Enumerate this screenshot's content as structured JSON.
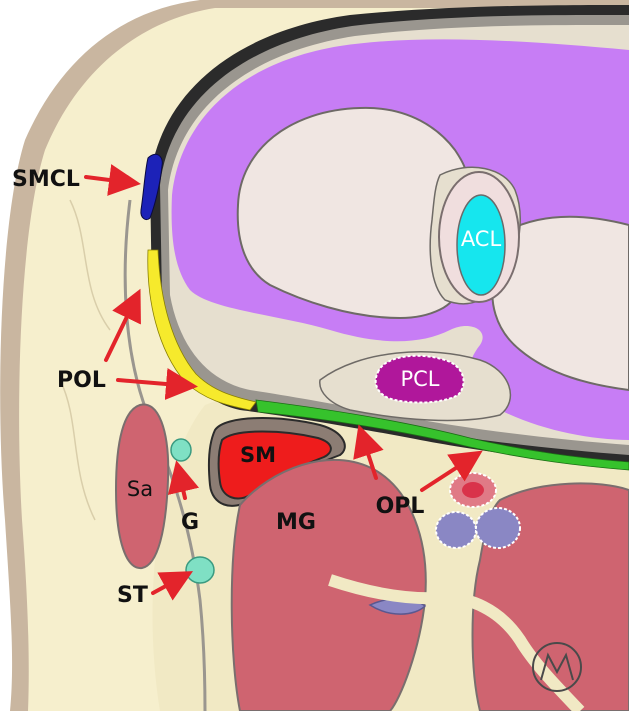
{
  "labels": {
    "smcl": "SMCL",
    "pol": "POL",
    "acl": "ACL",
    "pcl": "PCL",
    "sm": "SM",
    "sa": "Sa",
    "g": "G",
    "mg": "MG",
    "opl": "OPL",
    "st": "ST"
  },
  "logo_text": "M",
  "colors": {
    "background": "#ffffff",
    "skin": "#c9b6a0",
    "fat": "#f6efcd",
    "bone": "#c77df5",
    "marrow": "#f0e6e2",
    "capsule_dark": "#2b2b2b",
    "acl": "#16e6ee",
    "pcl": "#b0179b",
    "muscle": "#cf6470",
    "semimembranosus": "#ee1c1c",
    "pol": "#f6ea2c",
    "opl": "#36c22c",
    "smcl": "#1c22b8",
    "tendon": "#7fe0c4",
    "vein": "#8a87c4",
    "artery": "#e07a86",
    "arrow": "#e3242b"
  },
  "icons": [
    "knee-cross-section",
    "arrow-icon",
    "artist-signature-logo"
  ]
}
